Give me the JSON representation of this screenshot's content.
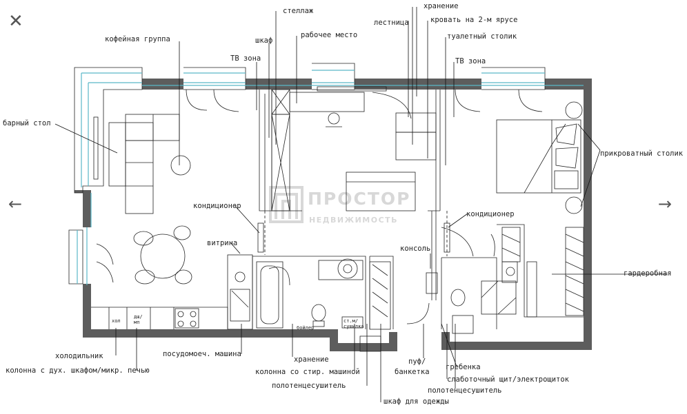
{
  "controls": {
    "close": "✕",
    "prev": "←",
    "next": "→"
  },
  "watermark": {
    "main": "ПРОСТОР",
    "sub": "НЕДВИЖИМОСТЬ"
  },
  "labels": {
    "stellazh": "стеллаж",
    "hranenie_top": "хранение",
    "krovat": "кровать на 2-м ярусе",
    "kofeinaya": "кофейная группа",
    "shkaf": "шкаф",
    "rabochee": "рабочее место",
    "lestnica": "лестница",
    "tualetny": "туалетный столик",
    "tv1": "ТВ зона",
    "tv2": "ТВ зона",
    "barny": "барный стол",
    "prikrovatny": "прикроватный столик",
    "kondicioner1": "кондиционер",
    "kondicioner2": "кондиционер",
    "vitrina": "витрина",
    "konsol": "консоль",
    "garderobnaya": "гардеробная",
    "holodilnik": "холодильник",
    "kolonna_duh": "колонна с дух. шкафом/микр. печью",
    "posudomoech": "посудомоеч. машина",
    "hranenie_bottom": "хранение",
    "kolonna_stir": "колонна со стир. машиной",
    "polotence1": "полотенцесушитель",
    "shkaf_odezhdy": "шкаф для одежды",
    "puf": "пуф/",
    "banketka": "банкетка",
    "grebenka": "гребенка",
    "slabotochny": "слаботочный щит/электрощиток",
    "polotence2": "полотенцесушитель",
    "hol": "хол",
    "duh": "дш/",
    "mp": "мп",
    "boiler": "бойлер",
    "stm": "ст.м/",
    "sushka": "сушилка"
  }
}
